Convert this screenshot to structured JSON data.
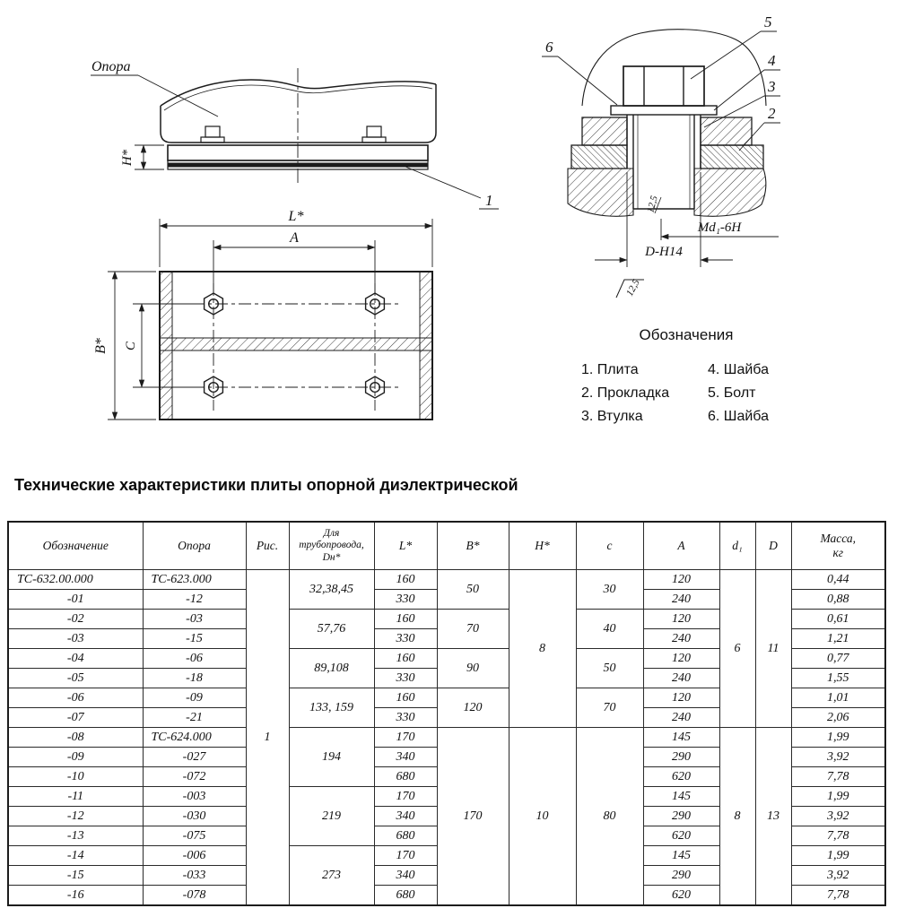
{
  "page": {
    "title": "Технические характеристики плиты опорной диэлектрической"
  },
  "drawing": {
    "side_view": {
      "part_label": "Опора",
      "h_dim": "H*",
      "callout_plate": "1"
    },
    "plan_view": {
      "l_dim": "L*",
      "a_dim": "A",
      "b_dim": "B*",
      "c_dim": "C"
    },
    "section_view": {
      "callout_2": "2",
      "callout_3": "3",
      "callout_4": "4",
      "callout_5": "5",
      "callout_6": "6",
      "roughness_inner": "12,5",
      "thread_label": "Md₁-6H",
      "hole_label": "D-H14",
      "roughness_bottom": "12,5"
    },
    "legend": {
      "title": "Обозначения",
      "items_left": [
        "1. Плита",
        "2. Прокладка",
        "3. Втулка"
      ],
      "items_right": [
        "4. Шайба",
        "5. Болт",
        "6. Шайба"
      ]
    }
  },
  "table": {
    "columns": [
      {
        "id": "designation",
        "label": "Обозначение",
        "width": 150
      },
      {
        "id": "support",
        "label": "Опора",
        "width": 115
      },
      {
        "id": "figure",
        "label": "Рис.",
        "width": 48
      },
      {
        "id": "pipeline-dn",
        "label": "Для\nтрубопровода,\nDн*",
        "width": 95,
        "small": true
      },
      {
        "id": "L",
        "label": "L*",
        "width": 70
      },
      {
        "id": "B",
        "label": "B*",
        "width": 80
      },
      {
        "id": "H",
        "label": "H*",
        "width": 75
      },
      {
        "id": "c",
        "label": "с",
        "width": 75
      },
      {
        "id": "A",
        "label": "A",
        "width": 85
      },
      {
        "id": "d1",
        "label": "d₁",
        "width": 40
      },
      {
        "id": "D",
        "label": "D",
        "width": 40
      },
      {
        "id": "mass",
        "label": "Масса,\nкг",
        "width": 105
      }
    ],
    "rows": [
      [
        {
          "t": "ТС-632.00.000",
          "a": "l"
        },
        {
          "t": "ТС-623.000",
          "a": "l"
        },
        {
          "t": "1",
          "rs": 17
        },
        {
          "t": "32,38,45",
          "rs": 2
        },
        {
          "t": "160"
        },
        {
          "t": "50",
          "rs": 2
        },
        {
          "t": "8",
          "rs": 8
        },
        {
          "t": "30",
          "rs": 2
        },
        {
          "t": "120"
        },
        {
          "t": "6",
          "rs": 8
        },
        {
          "t": "11",
          "rs": 8
        },
        {
          "t": "0,44"
        }
      ],
      [
        {
          "t": "-01"
        },
        {
          "t": "-12"
        },
        {
          "t": "330"
        },
        {
          "t": "240"
        },
        {
          "t": "0,88"
        }
      ],
      [
        {
          "t": "-02"
        },
        {
          "t": "-03"
        },
        {
          "t": "57,76",
          "rs": 2
        },
        {
          "t": "160"
        },
        {
          "t": "70",
          "rs": 2
        },
        {
          "t": "40",
          "rs": 2
        },
        {
          "t": "120"
        },
        {
          "t": "0,61"
        }
      ],
      [
        {
          "t": "-03"
        },
        {
          "t": "-15"
        },
        {
          "t": "330"
        },
        {
          "t": "240"
        },
        {
          "t": "1,21"
        }
      ],
      [
        {
          "t": "-04"
        },
        {
          "t": "-06"
        },
        {
          "t": "89,108",
          "rs": 2
        },
        {
          "t": "160"
        },
        {
          "t": "90",
          "rs": 2
        },
        {
          "t": "50",
          "rs": 2
        },
        {
          "t": "120"
        },
        {
          "t": "0,77"
        }
      ],
      [
        {
          "t": "-05"
        },
        {
          "t": "-18"
        },
        {
          "t": "330"
        },
        {
          "t": "240"
        },
        {
          "t": "1,55"
        }
      ],
      [
        {
          "t": "-06"
        },
        {
          "t": "-09"
        },
        {
          "t": "133, 159",
          "rs": 2
        },
        {
          "t": "160"
        },
        {
          "t": "120",
          "rs": 2
        },
        {
          "t": "70",
          "rs": 2
        },
        {
          "t": "120"
        },
        {
          "t": "1,01"
        }
      ],
      [
        {
          "t": "-07"
        },
        {
          "t": "-21"
        },
        {
          "t": "330"
        },
        {
          "t": "240"
        },
        {
          "t": "2,06"
        }
      ],
      [
        {
          "t": "-08"
        },
        {
          "t": "ТС-624.000",
          "a": "l"
        },
        {
          "t": "194",
          "rs": 3
        },
        {
          "t": "170"
        },
        {
          "t": "170",
          "rs": 9
        },
        {
          "t": "10",
          "rs": 9
        },
        {
          "t": "80",
          "rs": 9
        },
        {
          "t": "145"
        },
        {
          "t": "8",
          "rs": 9
        },
        {
          "t": "13",
          "rs": 9
        },
        {
          "t": "1,99"
        }
      ],
      [
        {
          "t": "-09"
        },
        {
          "t": "-027"
        },
        {
          "t": "340"
        },
        {
          "t": "290"
        },
        {
          "t": "3,92"
        }
      ],
      [
        {
          "t": "-10"
        },
        {
          "t": "-072"
        },
        {
          "t": "680"
        },
        {
          "t": "620"
        },
        {
          "t": "7,78"
        }
      ],
      [
        {
          "t": "-11"
        },
        {
          "t": "-003"
        },
        {
          "t": "219",
          "rs": 3
        },
        {
          "t": "170"
        },
        {
          "t": "145"
        },
        {
          "t": "1,99"
        }
      ],
      [
        {
          "t": "-12"
        },
        {
          "t": "-030"
        },
        {
          "t": "340"
        },
        {
          "t": "290"
        },
        {
          "t": "3,92"
        }
      ],
      [
        {
          "t": "-13"
        },
        {
          "t": "-075"
        },
        {
          "t": "680"
        },
        {
          "t": "620"
        },
        {
          "t": "7,78"
        }
      ],
      [
        {
          "t": "-14"
        },
        {
          "t": "-006"
        },
        {
          "t": "273",
          "rs": 3
        },
        {
          "t": "170"
        },
        {
          "t": "145"
        },
        {
          "t": "1,99"
        }
      ],
      [
        {
          "t": "-15"
        },
        {
          "t": "-033"
        },
        {
          "t": "340"
        },
        {
          "t": "290"
        },
        {
          "t": "3,92"
        }
      ],
      [
        {
          "t": "-16"
        },
        {
          "t": "-078"
        },
        {
          "t": "680"
        },
        {
          "t": "620"
        },
        {
          "t": "7,78"
        }
      ]
    ]
  }
}
